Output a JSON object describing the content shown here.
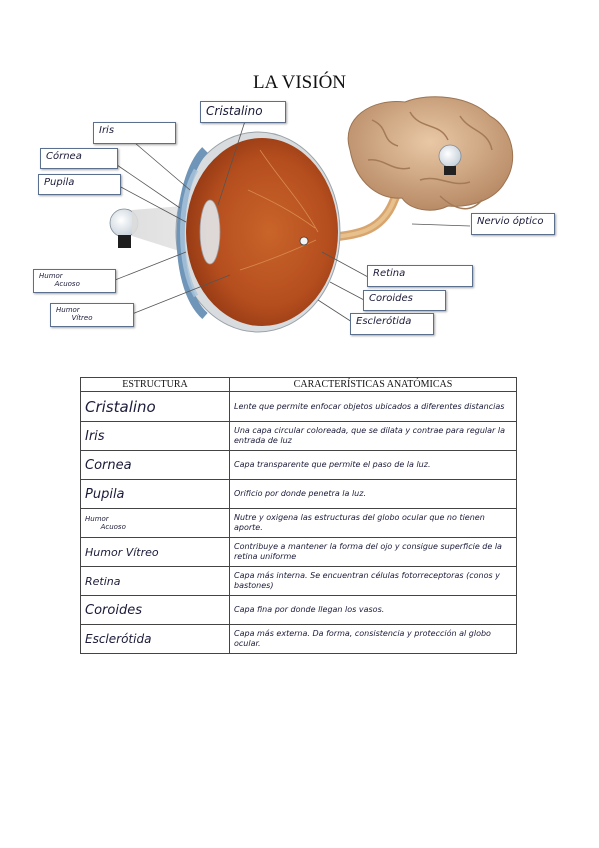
{
  "title": "LA VISIÓN",
  "labels": {
    "cristalino": "Cristalino",
    "iris": "Iris",
    "cornea": "Córnea",
    "pupila": "Pupila",
    "humor_acuoso": "Humor\n       Acuoso",
    "humor_vitreo": "Humor\n       Vítreo",
    "nervio": "Nervio óptico",
    "retina": "Retina",
    "coroides": "Coroides",
    "esclerotida": "Esclerótida"
  },
  "table": {
    "headers": [
      "ESTRUCTURA",
      "CARACTERÍSTICAS ANATÓMICAS"
    ],
    "rows": [
      {
        "estructura": "Cristalino",
        "caracteristica": "Lente que permite enfocar objetos ubicados a diferentes distancias"
      },
      {
        "estructura": "Iris",
        "caracteristica": "Una capa circular coloreada, que se dilata y contrae para regular la entrada de luz"
      },
      {
        "estructura": "Cornea",
        "caracteristica": "Capa transparente que permite el paso de la luz."
      },
      {
        "estructura": "Pupila",
        "caracteristica": "Orificio por donde penetra la luz."
      },
      {
        "estructura": "Humor\n       Acuoso",
        "caracteristica": "Nutre y oxigena las estructuras del globo ocular que no tienen aporte."
      },
      {
        "estructura": "Humor Vítreo",
        "caracteristica": "Contribuye a mantener la forma del ojo y consigue superficie de la retina uniforme"
      },
      {
        "estructura": "Retina",
        "caracteristica": "Capa más interna. Se encuentran células fotorreceptoras (conos y bastones)"
      },
      {
        "estructura": "Coroides",
        "caracteristica": "Capa fina por donde llegan los vasos."
      },
      {
        "estructura": "Esclerótida",
        "caracteristica": "Capa más externa. Da forma, consistencia y protección al globo ocular."
      }
    ]
  }
}
